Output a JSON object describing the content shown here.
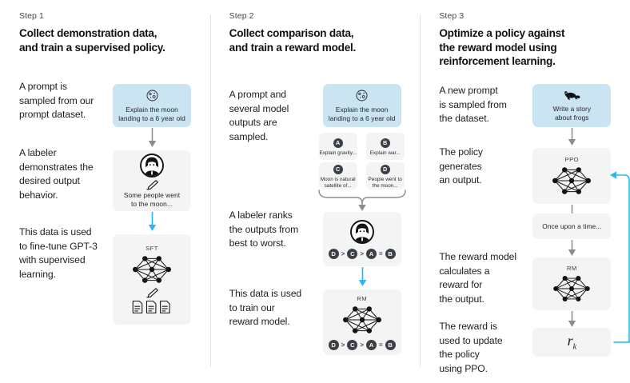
{
  "diagram": {
    "title_hidden": "RLHF three step process",
    "colors": {
      "prompt_card": "#cbe4f2",
      "node_card": "#f4f4f4",
      "arrow_gray": "#8a8d94",
      "arrow_blue": "#29b6f6",
      "badge": "#3c4149",
      "divider": "#e3e3e3",
      "text": "#1d1e20"
    }
  },
  "columns": [
    {
      "step_label": "Step 1",
      "title": "Collect demonstration data,\nand train a supervised policy.",
      "captions": [
        "A prompt is\nsampled from our\nprompt dataset.",
        "A labeler\ndemonstrates the\ndesired output\nbehavior.",
        "This data is used\nto fine-tune GPT-3\nwith supervised\nlearning."
      ],
      "nodes": [
        {
          "name": "prompt-card",
          "icon": "moon-icon",
          "text": "Explain the moon\nlanding to a 6 year old",
          "style": "blue"
        },
        {
          "name": "labeler-card",
          "icon": "labeler-person-icon",
          "secondary_icon": "pencil-icon",
          "text": "Some people went\nto the moon...",
          "style": "gray"
        },
        {
          "name": "sft-model-card",
          "tag": "SFT",
          "icon": "neural-network-icon",
          "secondary_icon": "pencil-icon",
          "tertiary_icon": "documents-icon",
          "text": "",
          "style": "gray"
        }
      ],
      "arrows": [
        "gray-down",
        "blue-down"
      ]
    },
    {
      "step_label": "Step 2",
      "title": "Collect comparison data,\nand train a reward model.",
      "captions": [
        "A prompt and\nseveral model\noutputs are\nsampled.",
        "A labeler ranks\nthe outputs from\nbest to worst.",
        "This data is used\nto train our\nreward model."
      ],
      "nodes": [
        {
          "name": "prompt-card",
          "icon": "moon-icon",
          "text": "Explain the moon\nlanding to a 6 year old",
          "style": "blue"
        },
        {
          "name": "labeler-ranking-card",
          "icon": "labeler-person-icon",
          "ranking": [
            "D",
            ">",
            "C",
            ">",
            "A",
            "=",
            "B"
          ],
          "style": "gray"
        },
        {
          "name": "reward-model-card",
          "tag": "RM",
          "icon": "neural-network-icon",
          "ranking": [
            "D",
            ">",
            "C",
            ">",
            "A",
            "=",
            "B"
          ],
          "style": "gray"
        }
      ],
      "sample_outputs": [
        {
          "badge": "A",
          "text": "Explain gravity..."
        },
        {
          "badge": "B",
          "text": "Explain war..."
        },
        {
          "badge": "C",
          "text": "Moon is natural\nsatellite of..."
        },
        {
          "badge": "D",
          "text": "People went to\nthe moon..."
        }
      ],
      "arrows": [
        "brace-down",
        "blue-down"
      ]
    },
    {
      "step_label": "Step 3",
      "title": "Optimize a policy against\nthe reward model using\nreinforcement learning.",
      "captions": [
        "A new prompt\nis sampled from\nthe dataset.",
        "The policy\ngenerates\nan output.",
        "The reward model\ncalculates a\nreward for\nthe output.",
        "The reward is\nused to update\nthe policy\nusing PPO."
      ],
      "nodes": [
        {
          "name": "prompt-card",
          "icon": "frog-icon",
          "text": "Write a story\nabout frogs",
          "style": "blue"
        },
        {
          "name": "ppo-policy-card",
          "tag": "PPO",
          "icon": "neural-network-icon",
          "style": "gray"
        },
        {
          "name": "generated-output-card",
          "text": "Once upon a time...",
          "style": "gray"
        },
        {
          "name": "reward-model-card",
          "tag": "RM",
          "icon": "neural-network-icon",
          "style": "gray"
        },
        {
          "name": "reward-value-card",
          "formula_r": "r",
          "formula_k": "k",
          "style": "gray"
        }
      ],
      "arrows": [
        "gray-down",
        "gray-down",
        "gray-down",
        "gray-down",
        "blue-feedback-loop"
      ]
    }
  ]
}
